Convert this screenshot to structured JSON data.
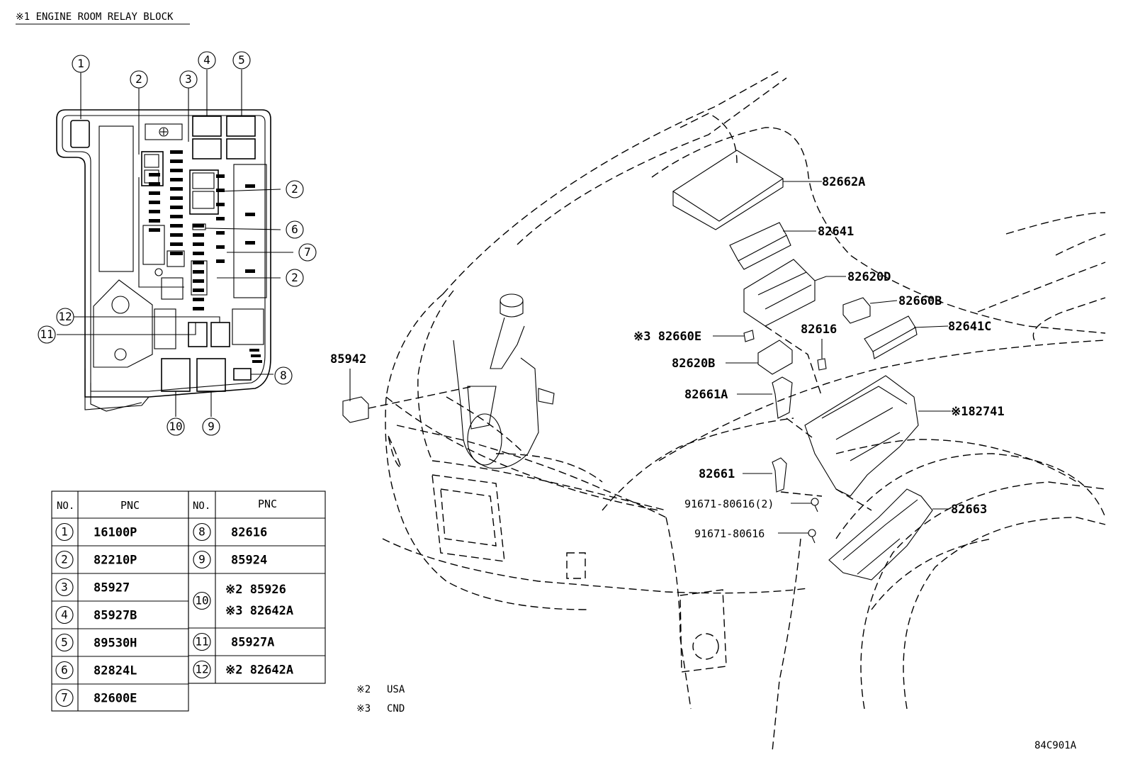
{
  "header": {
    "title": "※1 ENGINE ROOM RELAY BLOCK"
  },
  "relay_block": {
    "callouts": [
      "1",
      "2",
      "3",
      "4",
      "5",
      "2",
      "6",
      "7",
      "2",
      "12",
      "11",
      "8",
      "10",
      "9"
    ]
  },
  "table": {
    "col_no": "NO.",
    "col_pnc": "PNC",
    "left_rows": [
      {
        "no": "1",
        "pnc": "16100P"
      },
      {
        "no": "2",
        "pnc": "82210P"
      },
      {
        "no": "3",
        "pnc": "85927"
      },
      {
        "no": "4",
        "pnc": "85927B"
      },
      {
        "no": "5",
        "pnc": "89530H"
      },
      {
        "no": "6",
        "pnc": "82824L"
      },
      {
        "no": "7",
        "pnc": "82600E"
      }
    ],
    "right_rows": [
      {
        "no": "8",
        "pnc": "82616"
      },
      {
        "no": "9",
        "pnc": "85924"
      },
      {
        "no": "10",
        "pnc_a": "※2 85926",
        "pnc_b": "※3 82642A"
      },
      {
        "no": "11",
        "pnc": "85927A"
      },
      {
        "no": "12",
        "pnc": "※2 82642A"
      }
    ]
  },
  "notes": [
    {
      "mark": "※2",
      "text": "USA"
    },
    {
      "mark": "※3",
      "text": "CND"
    }
  ],
  "part_labels": {
    "p85942": "85942",
    "p82662A": "82662A",
    "p82641": "82641",
    "p82620D": "82620D",
    "p82660B": "82660B",
    "p82641C": "82641C",
    "p82660E": "※3 82660E",
    "p82616": "82616",
    "p82620B": "82620B",
    "p82661A": "82661A",
    "p82741": "※182741",
    "p82661": "82661",
    "bolt_a": "91671-80616(2)",
    "bolt_b": "91671-80616",
    "p82663": "82663"
  },
  "diagram_code": "84C901A"
}
